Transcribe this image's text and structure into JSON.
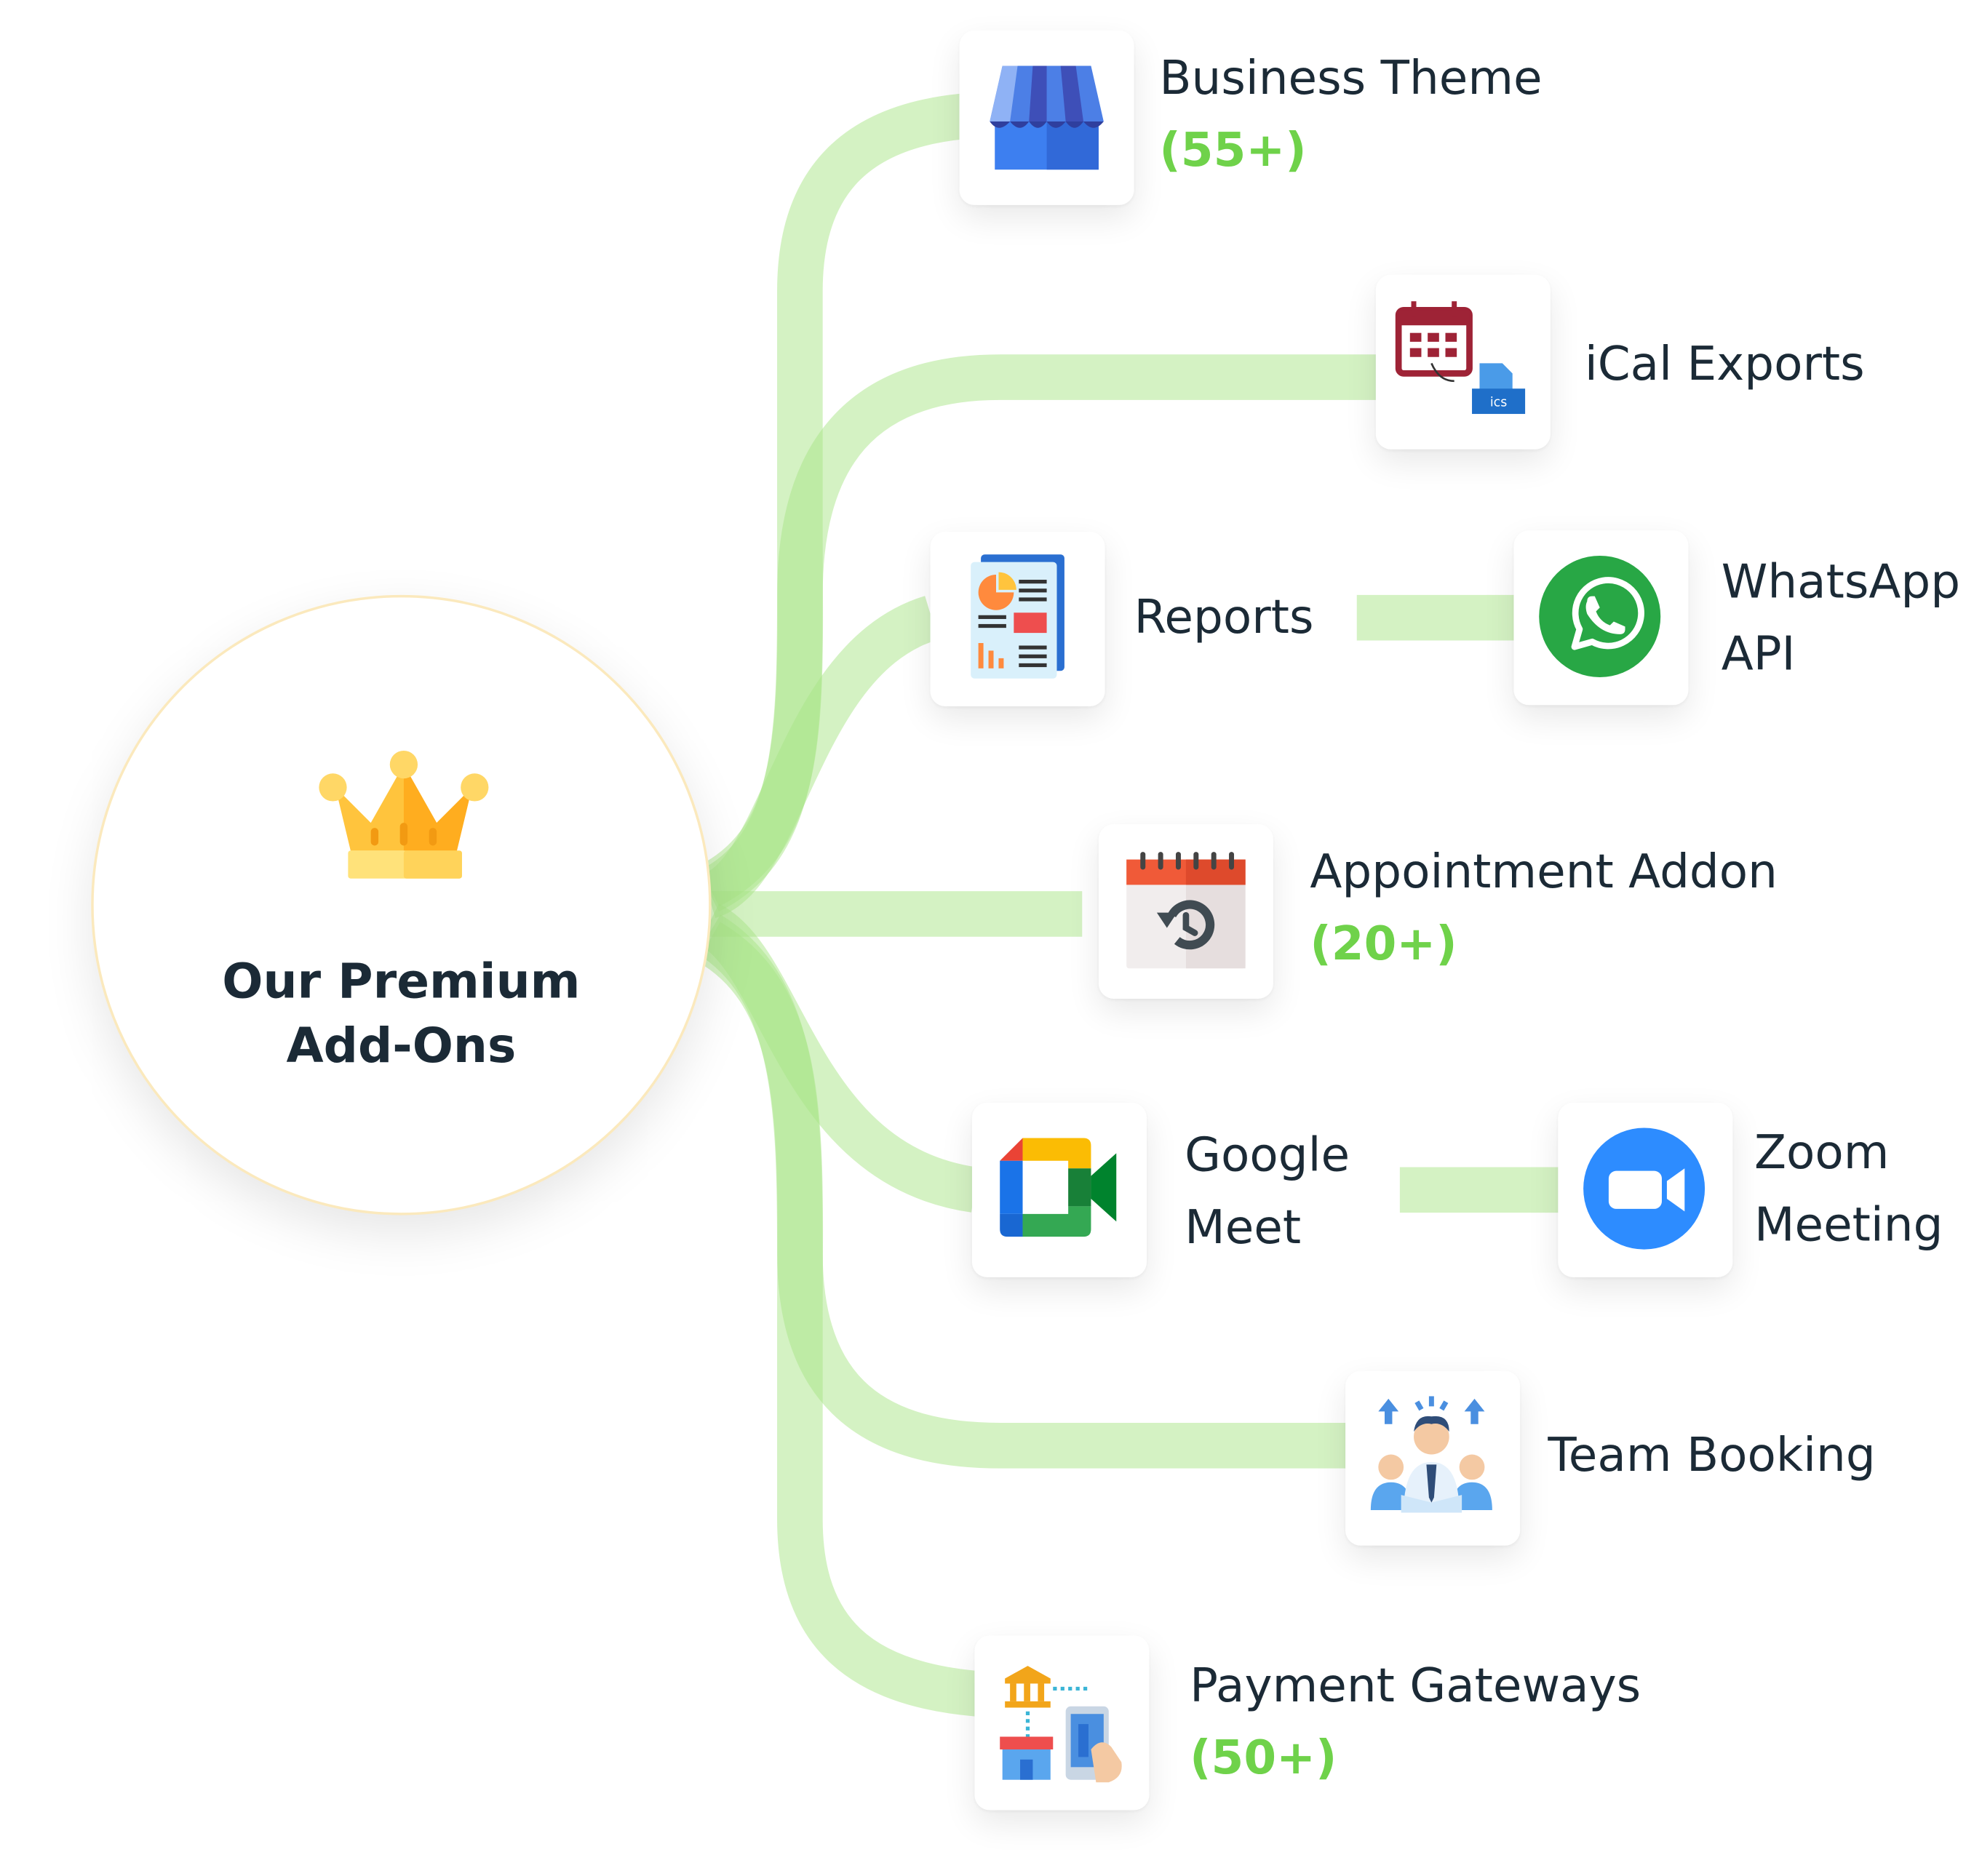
{
  "hub": {
    "title_line1": "Our Premium",
    "title_line2": "Add-Ons",
    "icon": "crown-icon"
  },
  "colors": {
    "connector": "#a9e588",
    "accent": "#6fd24a",
    "text": "#1b2a36",
    "hub_border": "#fbe9bd"
  },
  "addons": [
    {
      "id": "business-theme",
      "name": "Business Theme",
      "count": "(55+)",
      "icon": "storefront-icon"
    },
    {
      "id": "ical-exports",
      "name": "iCal Exports",
      "icon": "calendar-ics-icon",
      "badge": "ics"
    },
    {
      "id": "reports",
      "name": "Reports",
      "icon": "report-document-icon"
    },
    {
      "id": "whatsapp-api",
      "name_line1": "WhatsApp",
      "name_line2": "API",
      "icon": "whatsapp-icon"
    },
    {
      "id": "appointment-addon",
      "name": "Appointment Addon",
      "count": "(20+)",
      "icon": "calendar-repeat-icon"
    },
    {
      "id": "google-meet",
      "name_line1": "Google",
      "name_line2": "Meet",
      "icon": "google-meet-icon"
    },
    {
      "id": "zoom-meeting",
      "name_line1": "Zoom",
      "name_line2": "Meeting",
      "icon": "zoom-icon"
    },
    {
      "id": "team-booking",
      "name": "Team Booking",
      "icon": "team-icon"
    },
    {
      "id": "payment-gateways",
      "name": "Payment Gateways",
      "count": "(50+)",
      "icon": "payment-icon"
    }
  ]
}
